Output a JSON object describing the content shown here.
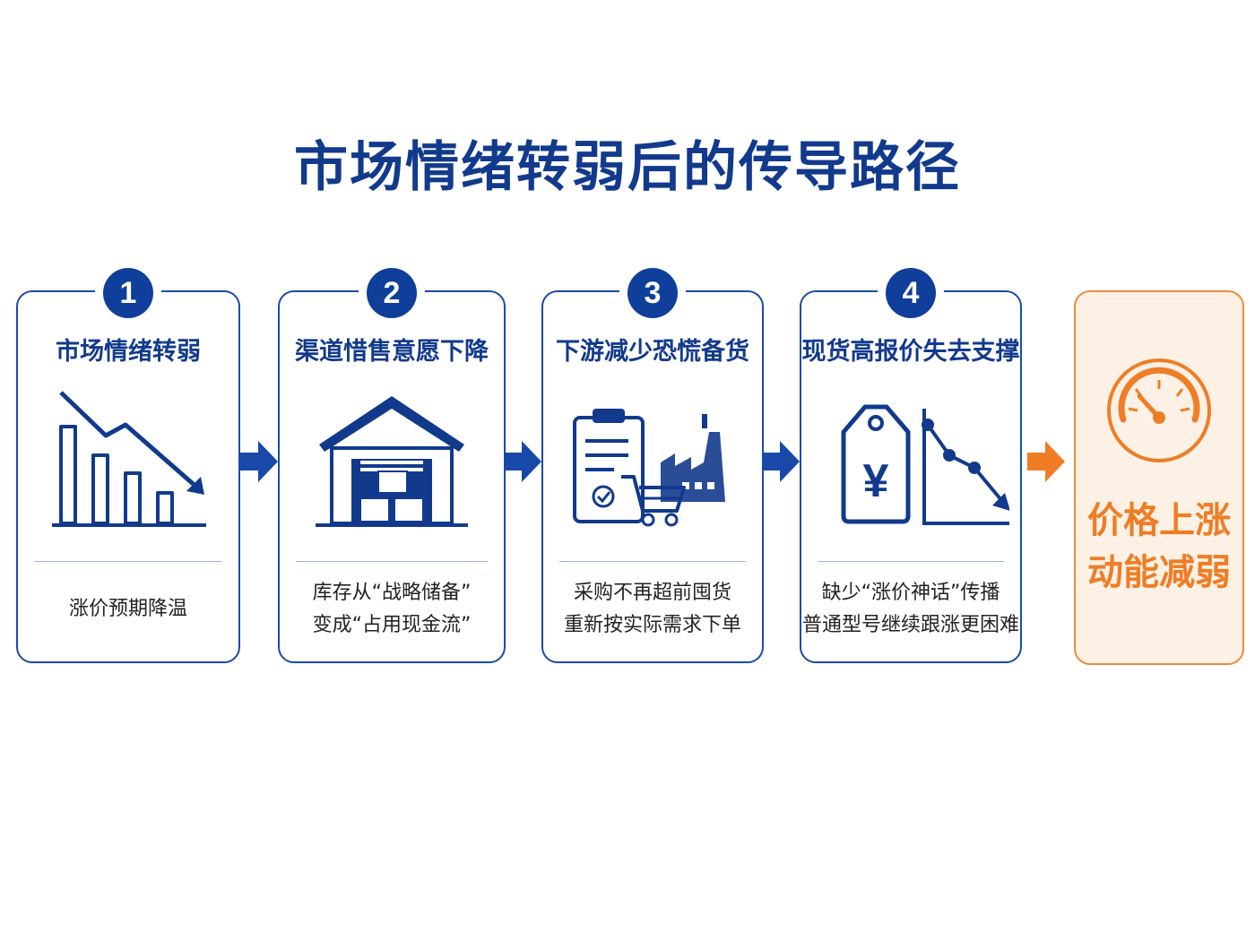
{
  "title": "市场情绪转弱后的传导路径",
  "steps": [
    {
      "num": "1",
      "title": "市场情绪转弱",
      "desc": [
        "涨价预期降温"
      ]
    },
    {
      "num": "2",
      "title": "渠道惜售意愿下降",
      "desc": [
        "库存从“战略储备”",
        "变成“占用现金流”"
      ]
    },
    {
      "num": "3",
      "title": "下游减少恐慌备货",
      "desc": [
        "采购不再超前囤货",
        "重新按实际需求下单"
      ]
    },
    {
      "num": "4",
      "title": "现货高报价失去支撑",
      "desc": [
        "缺少“涨价神话”传播",
        "普通型号继续跟涨更困难"
      ]
    }
  ],
  "result": {
    "line1": "价格上涨",
    "line2": "动能减弱"
  },
  "colors": {
    "primary": "#123a8c",
    "accent": "#ef7d25",
    "result_bg": "#fdf1e6"
  },
  "icons": [
    "declining-bar-chart-icon",
    "warehouse-icon",
    "clipboard-cart-factory-icon",
    "price-tag-decline-icon",
    "speedometer-icon"
  ]
}
